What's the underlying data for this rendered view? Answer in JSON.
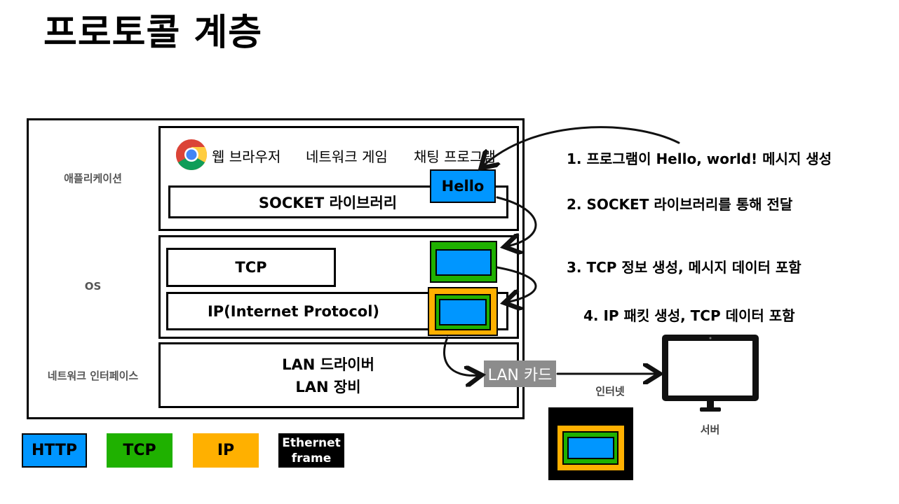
{
  "title": "프로토콜 계층",
  "layers": {
    "application": "애플리케이션",
    "os": "OS",
    "network_interface": "네트워크 인터페이스"
  },
  "apps": {
    "browser": "웹 브라우저",
    "game": "네트워크 게임",
    "chat": "채팅 프로그램"
  },
  "boxes": {
    "socket": "SOCKET 라이브러리",
    "tcp": "TCP",
    "ip": "IP(Internet Protocol)",
    "lan_driver": "LAN 드라이버",
    "lan_device": "LAN 장비",
    "lan_card": "LAN 카드"
  },
  "packet": {
    "hello": "Hello"
  },
  "steps": [
    "1. 프로그램이 Hello, world! 메시지 생성",
    "2. SOCKET 라이브러리를 통해 전달",
    "3. TCP 정보 생성, 메시지 데이터 포함",
    "4. IP 패킷 생성, TCP 데이터 포함"
  ],
  "internet_label": "인터넷",
  "server_label": "서버",
  "legend": [
    {
      "label": "HTTP",
      "color": "#0096ff"
    },
    {
      "label": "TCP",
      "color": "#1fb100"
    },
    {
      "label": "IP",
      "color": "#ffb000"
    },
    {
      "label": "Ethernet frame",
      "color": "#000000"
    }
  ],
  "icons": [
    "chrome-icon",
    "monitor-icon",
    "arrow-icon"
  ]
}
